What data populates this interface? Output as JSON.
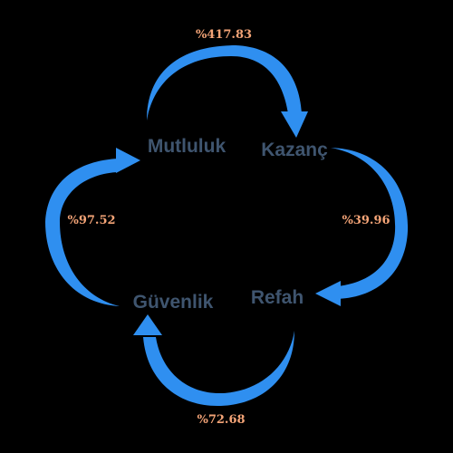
{
  "colors": {
    "background": "#000000",
    "arrow": "#2f8ff0",
    "node_text": "#3f556f",
    "edge_text": "#f4a477"
  },
  "nodes": {
    "mutluluk": "Mutluluk",
    "kazanc": "Kazanç",
    "refah": "Refah",
    "guvenlik": "Güvenlik"
  },
  "edges": {
    "mutluluk_to_kazanc": "%417.83",
    "kazanc_to_refah": "%39.96",
    "refah_to_guvenlik": "%72.68",
    "guvenlik_to_mutluluk": "%97.52"
  }
}
